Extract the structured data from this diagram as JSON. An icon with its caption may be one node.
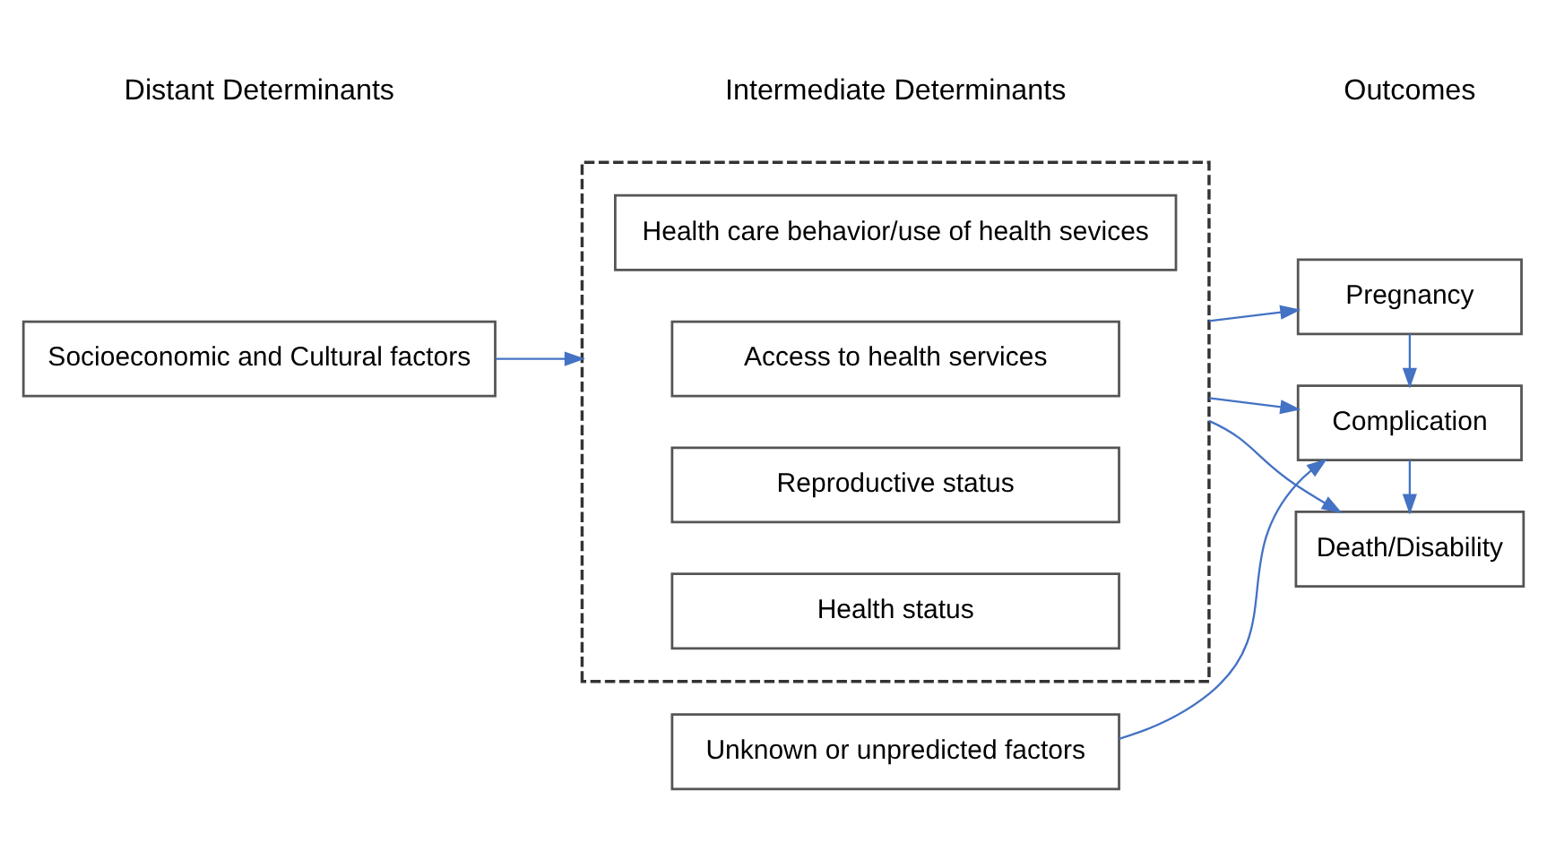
{
  "diagram": {
    "nodes": [
      {
        "text": [
          "Socioeconomic and Cultural factors"
        ]
      },
      {
        "text": [],
        "shape": "box"
      },
      {
        "text": [
          "Health status"
        ],
        "in": 1
      },
      {
        "text": [
          "Reproductive status"
        ],
        "in": 1
      },
      {
        "text": [
          "Access to health services"
        ],
        "in": 1
      },
      {
        "text": [
          "Health care behavior/use of health sevices"
        ],
        "in": 1
      },
      {
        "text": [
          "Unknown or unpredicted factors"
        ]
      },
      {
        "text": [
          "Pregnancy"
        ]
      },
      {
        "text": [
          "Complication"
        ]
      },
      {
        "text": [
          "Death/Disability"
        ]
      }
    ],
    "edges": [
      {
        "from": 0,
        "to": 1,
        "arrow": "to"
      },
      {
        "from": 1,
        "to": 7,
        "arrow": "to"
      },
      {
        "from": 1,
        "to": 8,
        "arrow": "to"
      },
      {
        "from": 1,
        "to": 9,
        "arrow": "to"
      },
      {
        "from": 6,
        "to": 8,
        "arrow": "to"
      },
      {
        "from": 7,
        "to": 8,
        "arrow": "to"
      },
      {
        "from": 8,
        "to": 9,
        "arrow": "to"
      }
    ],
    "labels": [
      "Distant Determinants",
      "Intermediate Determinants",
      "Outcomes"
    ]
  }
}
